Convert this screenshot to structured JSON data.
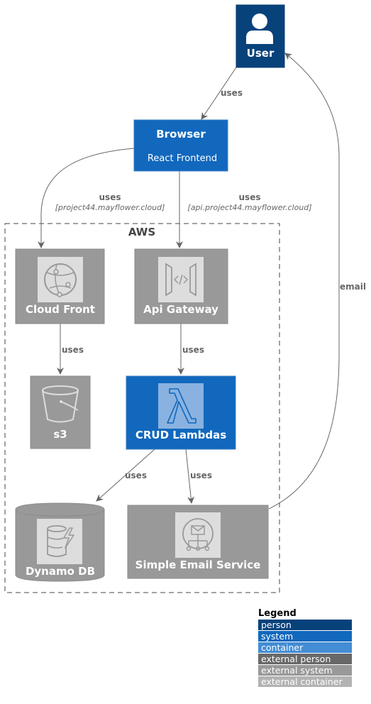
{
  "boundary": {
    "label": "AWS"
  },
  "nodes": {
    "user": {
      "label": "User"
    },
    "browser": {
      "label": "Browser",
      "sublabel": "React Frontend"
    },
    "cloudfront": {
      "label": "Cloud Front"
    },
    "apigateway": {
      "label": "Api Gateway"
    },
    "s3": {
      "label": "s3"
    },
    "lambdas": {
      "label": "CRUD Lambdas"
    },
    "dynamodb": {
      "label": "Dynamo DB"
    },
    "ses": {
      "label": "Simple Email Service"
    }
  },
  "edges": {
    "user_browser": {
      "label": "uses"
    },
    "browser_cloudfront": {
      "label": "uses",
      "tech": "[project44.mayflower.cloud]"
    },
    "browser_apigateway": {
      "label": "uses",
      "tech": "[api.project44.mayflower.cloud]"
    },
    "cloudfront_s3": {
      "label": "uses"
    },
    "apigateway_lambdas": {
      "label": "uses"
    },
    "lambdas_dynamodb": {
      "label": "uses"
    },
    "lambdas_ses": {
      "label": "uses"
    },
    "ses_user": {
      "label": "email"
    }
  },
  "legend": {
    "title": "Legend",
    "items": [
      {
        "label": "person",
        "color": "#08427b"
      },
      {
        "label": "system",
        "color": "#1168bd"
      },
      {
        "label": "container",
        "color": "#438dd5"
      },
      {
        "label": "external person",
        "color": "#686868"
      },
      {
        "label": "external system",
        "color": "#999999"
      },
      {
        "label": "external container",
        "color": "#b3b3b3"
      }
    ]
  },
  "colors": {
    "person": "#08427b",
    "system": "#1168bd",
    "external": "#999999",
    "edge": "#666666"
  }
}
